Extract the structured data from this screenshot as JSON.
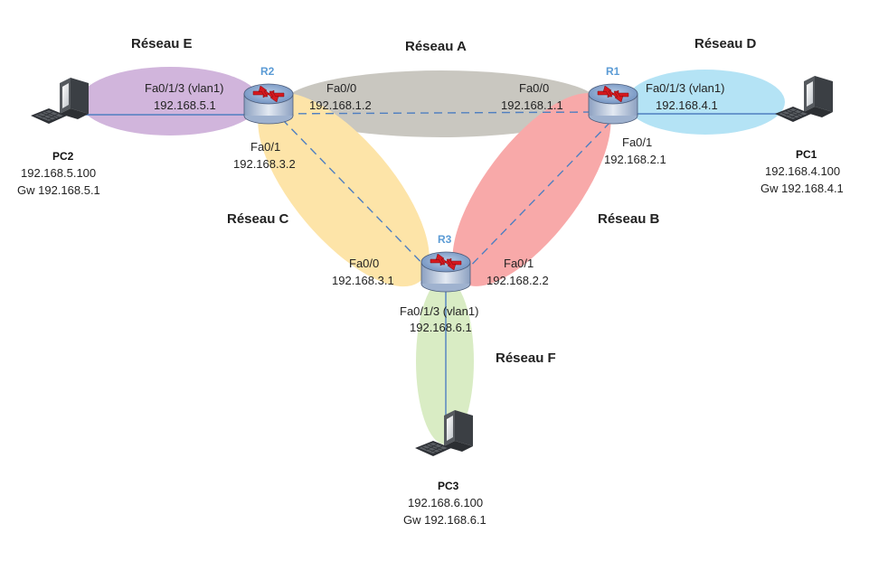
{
  "colors": {
    "reseau_a": "#c9c7c0",
    "reseau_b": "#f8a9a9",
    "reseau_c": "#fde4a8",
    "reseau_d": "#b4e3f5",
    "reseau_e": "#d1b5dc",
    "reseau_f": "#d9ecc4",
    "label_a": "#6b5e4e",
    "label_b": "#e0101a",
    "label_c": "#f5c230",
    "label_d": "#3ab2e6",
    "label_e": "#7a3c96",
    "label_f": "#9bc95c",
    "router_label": "#5b9bd5",
    "link": "#4f7fc0"
  },
  "networks": {
    "a": "Réseau A",
    "b": "Réseau B",
    "c": "Réseau C",
    "d": "Réseau D",
    "e": "Réseau E",
    "f": "Réseau F"
  },
  "routers": {
    "r1": {
      "name": "R1",
      "fa00": "Fa0/0",
      "fa00_ip": "192.168.1.1",
      "fa01": "Fa0/1",
      "fa01_ip": "192.168.2.1",
      "vlan": "Fa0/1/3 (vlan1)",
      "vlan_ip": "192.168.4.1"
    },
    "r2": {
      "name": "R2",
      "fa00": "Fa0/0",
      "fa00_ip": "192.168.1.2",
      "fa01": "Fa0/1",
      "fa01_ip": "192.168.3.2",
      "vlan": "Fa0/1/3 (vlan1)",
      "vlan_ip": "192.168.5.1"
    },
    "r3": {
      "name": "R3",
      "fa00": "Fa0/0",
      "fa00_ip": "192.168.3.1",
      "fa01": "Fa0/1",
      "fa01_ip": "192.168.2.2",
      "vlan": "Fa0/1/3 (vlan1)",
      "vlan_ip": "192.168.6.1"
    }
  },
  "pcs": {
    "pc1": {
      "name": "PC1",
      "ip": "192.168.4.100",
      "gw": "Gw 192.168.4.1"
    },
    "pc2": {
      "name": "PC2",
      "ip": "192.168.5.100",
      "gw": "Gw 192.168.5.1"
    },
    "pc3": {
      "name": "PC3",
      "ip": "192.168.6.100",
      "gw": "Gw 192.168.6.1"
    }
  }
}
